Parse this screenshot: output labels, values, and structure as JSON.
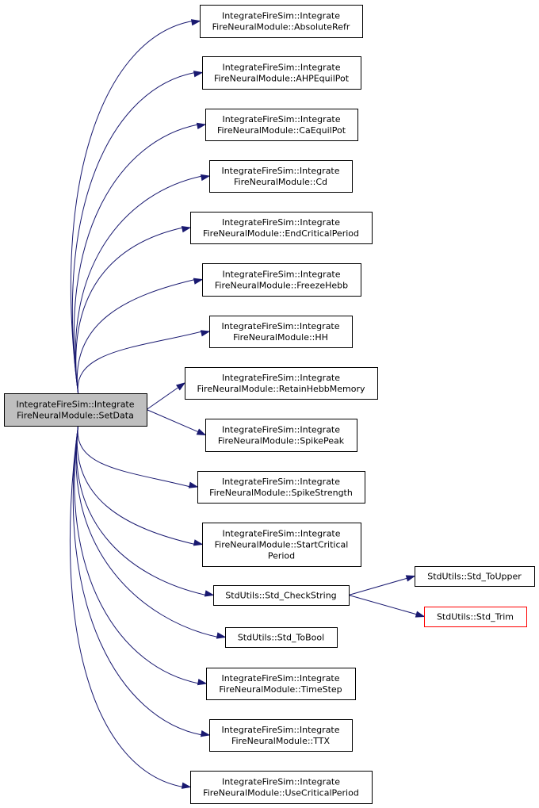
{
  "graph": {
    "root": {
      "id": "setdata",
      "lines": [
        "IntegrateFireSim::Integrate",
        "FireNeuralModule::SetData"
      ]
    },
    "callees": [
      {
        "id": "absoluterefr",
        "lines": [
          "IntegrateFireSim::Integrate",
          "FireNeuralModule::AbsoluteRefr"
        ]
      },
      {
        "id": "ahpequilpot",
        "lines": [
          "IntegrateFireSim::Integrate",
          "FireNeuralModule::AHPEquilPot"
        ]
      },
      {
        "id": "caequilpot",
        "lines": [
          "IntegrateFireSim::Integrate",
          "FireNeuralModule::CaEquilPot"
        ]
      },
      {
        "id": "cd",
        "lines": [
          "IntegrateFireSim::Integrate",
          "FireNeuralModule::Cd"
        ]
      },
      {
        "id": "endcriticalperiod",
        "lines": [
          "IntegrateFireSim::Integrate",
          "FireNeuralModule::EndCriticalPeriod"
        ]
      },
      {
        "id": "freezehebb",
        "lines": [
          "IntegrateFireSim::Integrate",
          "FireNeuralModule::FreezeHebb"
        ]
      },
      {
        "id": "hh",
        "lines": [
          "IntegrateFireSim::Integrate",
          "FireNeuralModule::HH"
        ]
      },
      {
        "id": "retainhebbmemory",
        "lines": [
          "IntegrateFireSim::Integrate",
          "FireNeuralModule::RetainHebbMemory"
        ]
      },
      {
        "id": "spikepeak",
        "lines": [
          "IntegrateFireSim::Integrate",
          "FireNeuralModule::SpikePeak"
        ]
      },
      {
        "id": "spikestrength",
        "lines": [
          "IntegrateFireSim::Integrate",
          "FireNeuralModule::SpikeStrength"
        ]
      },
      {
        "id": "startcriticalperiod",
        "lines": [
          "IntegrateFireSim::Integrate",
          "FireNeuralModule::StartCritical",
          "Period"
        ]
      },
      {
        "id": "std-checkstring",
        "lines": [
          "StdUtils::Std_CheckString"
        ]
      },
      {
        "id": "std-tobool",
        "lines": [
          "StdUtils::Std_ToBool"
        ]
      },
      {
        "id": "timestep",
        "lines": [
          "IntegrateFireSim::Integrate",
          "FireNeuralModule::TimeStep"
        ]
      },
      {
        "id": "ttx",
        "lines": [
          "IntegrateFireSim::Integrate",
          "FireNeuralModule::TTX"
        ]
      },
      {
        "id": "usecriticalperiod",
        "lines": [
          "IntegrateFireSim::Integrate",
          "FireNeuralModule::UseCriticalPeriod"
        ]
      }
    ],
    "second_level": [
      {
        "id": "std-toupper",
        "lines": [
          "StdUtils::Std_ToUpper"
        ],
        "parent": "std-checkstring"
      },
      {
        "id": "std-trim",
        "lines": [
          "StdUtils::Std_Trim"
        ],
        "parent": "std-checkstring",
        "border": "#ff0000"
      }
    ],
    "edge_color": "#191970",
    "root_fill": "#bfbfbf"
  }
}
